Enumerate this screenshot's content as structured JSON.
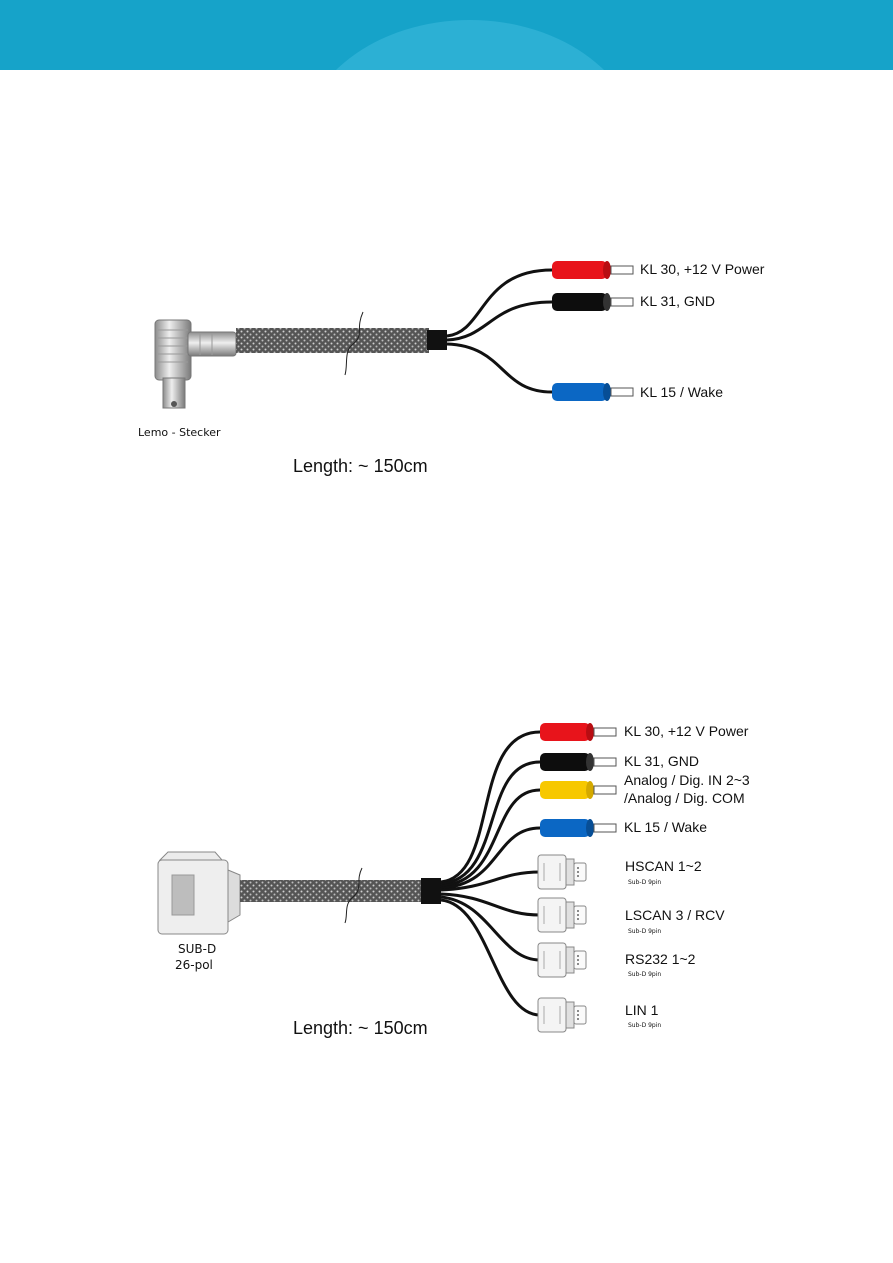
{
  "header": {
    "color": "#16a3c9",
    "accent": "#4fc0dc"
  },
  "diagram1": {
    "connector_label": "Lemo - Stecker",
    "length_label": "Length: ~ 150cm",
    "plugs": [
      {
        "label": "KL 30, +12 V Power",
        "color": "#e8141b"
      },
      {
        "label": "KL 31, GND",
        "color": "#0d0d0d"
      },
      {
        "label": "KL 15 / Wake",
        "color": "#0b67c4"
      }
    ]
  },
  "diagram2": {
    "connector_label_line1": "SUB-D",
    "connector_label_line2": "26-pol",
    "length_label": "Length: ~ 150cm",
    "plugs": [
      {
        "label": "KL 30, +12 V Power",
        "color": "#e8141b"
      },
      {
        "label": "KL 31, GND",
        "color": "#0d0d0d"
      },
      {
        "label_line1": "Analog / Dig. IN 2~3",
        "label_line2": "/Analog / Dig. COM",
        "color": "#f7c800"
      },
      {
        "label": "KL 15 / Wake",
        "color": "#0b67c4"
      }
    ],
    "subd": [
      {
        "label": "HSCAN 1~2",
        "sub": "Sub-D 9pin"
      },
      {
        "label": "LSCAN 3 / RCV",
        "sub": "Sub-D 9pin"
      },
      {
        "label": "RS232 1~2",
        "sub": "Sub-D 9pin"
      },
      {
        "label": "LIN 1",
        "sub": "Sub-D 9pin"
      }
    ]
  }
}
